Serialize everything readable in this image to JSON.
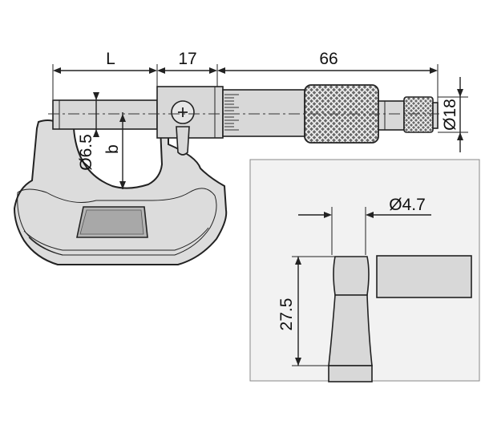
{
  "colors": {
    "line": "#222222",
    "fill": "#d8d8d8",
    "inset_bg": "#f2f2f2",
    "knurl": "#555555"
  },
  "dimensions": {
    "L": "L",
    "d17": "17",
    "d66": "66",
    "d18": "Ø18",
    "d65": "Ø6.5",
    "b": "b",
    "d47": "Ø4.7",
    "d275": "27.5"
  }
}
